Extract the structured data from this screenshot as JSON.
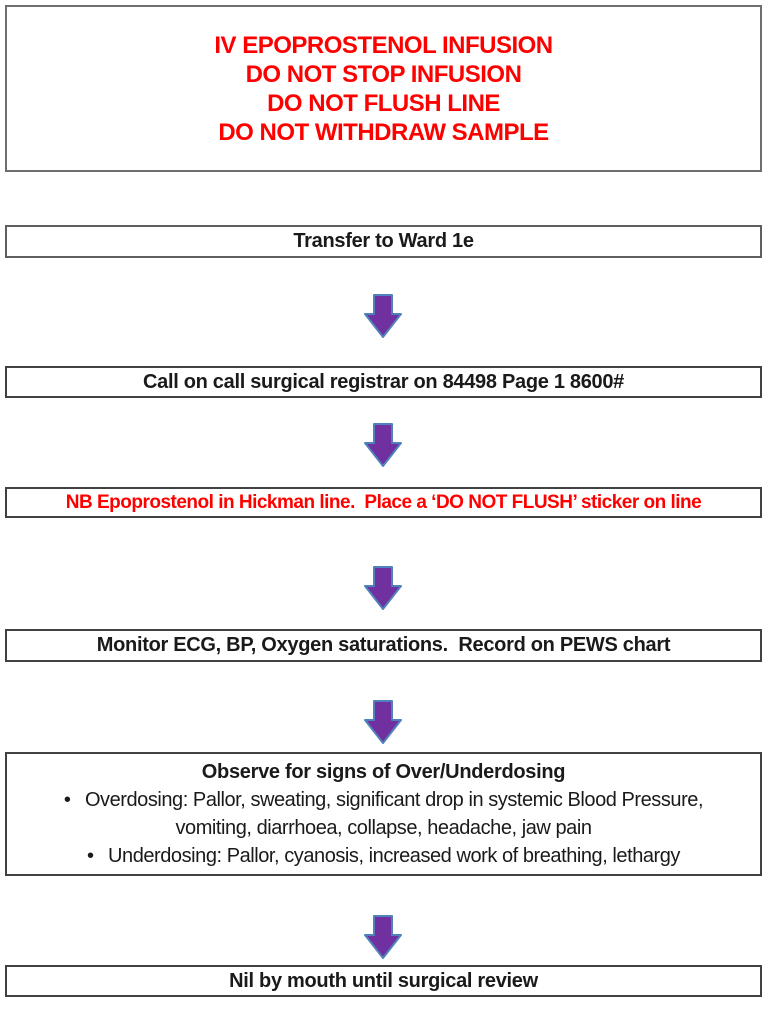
{
  "colors": {
    "warning_red": "#ff0000",
    "text_black": "#1a1a1a",
    "box_border": "#414141",
    "arrow_fill": "#7030a0",
    "arrow_stroke": "#4f81bd"
  },
  "flowchart": {
    "warning": {
      "lines": [
        "IV EPOPROSTENOL INFUSION",
        "DO NOT STOP INFUSION",
        "DO NOT FLUSH LINE",
        "DO NOT WITHDRAW SAMPLE"
      ]
    },
    "steps": {
      "transfer": "Transfer to Ward 1e",
      "call": "Call on call surgical registrar on 84498 Page 1 8600#",
      "nb": "NB Epoprostenol in Hickman line.  Place a ‘DO NOT FLUSH’ sticker on line",
      "monitor": "Monitor ECG, BP, Oxygen saturations.  Record on PEWS chart",
      "observe": {
        "title": "Observe for signs of Over/Underdosing",
        "bullets": [
          "Overdosing: Pallor, sweating, significant drop in systemic Blood Pressure, vomiting, diarrhoea, collapse, headache, jaw pain",
          "Underdosing: Pallor, cyanosis, increased work of breathing, lethargy"
        ]
      },
      "nil": "Nil by mouth until surgical review"
    },
    "bullet_glyph": "•"
  }
}
